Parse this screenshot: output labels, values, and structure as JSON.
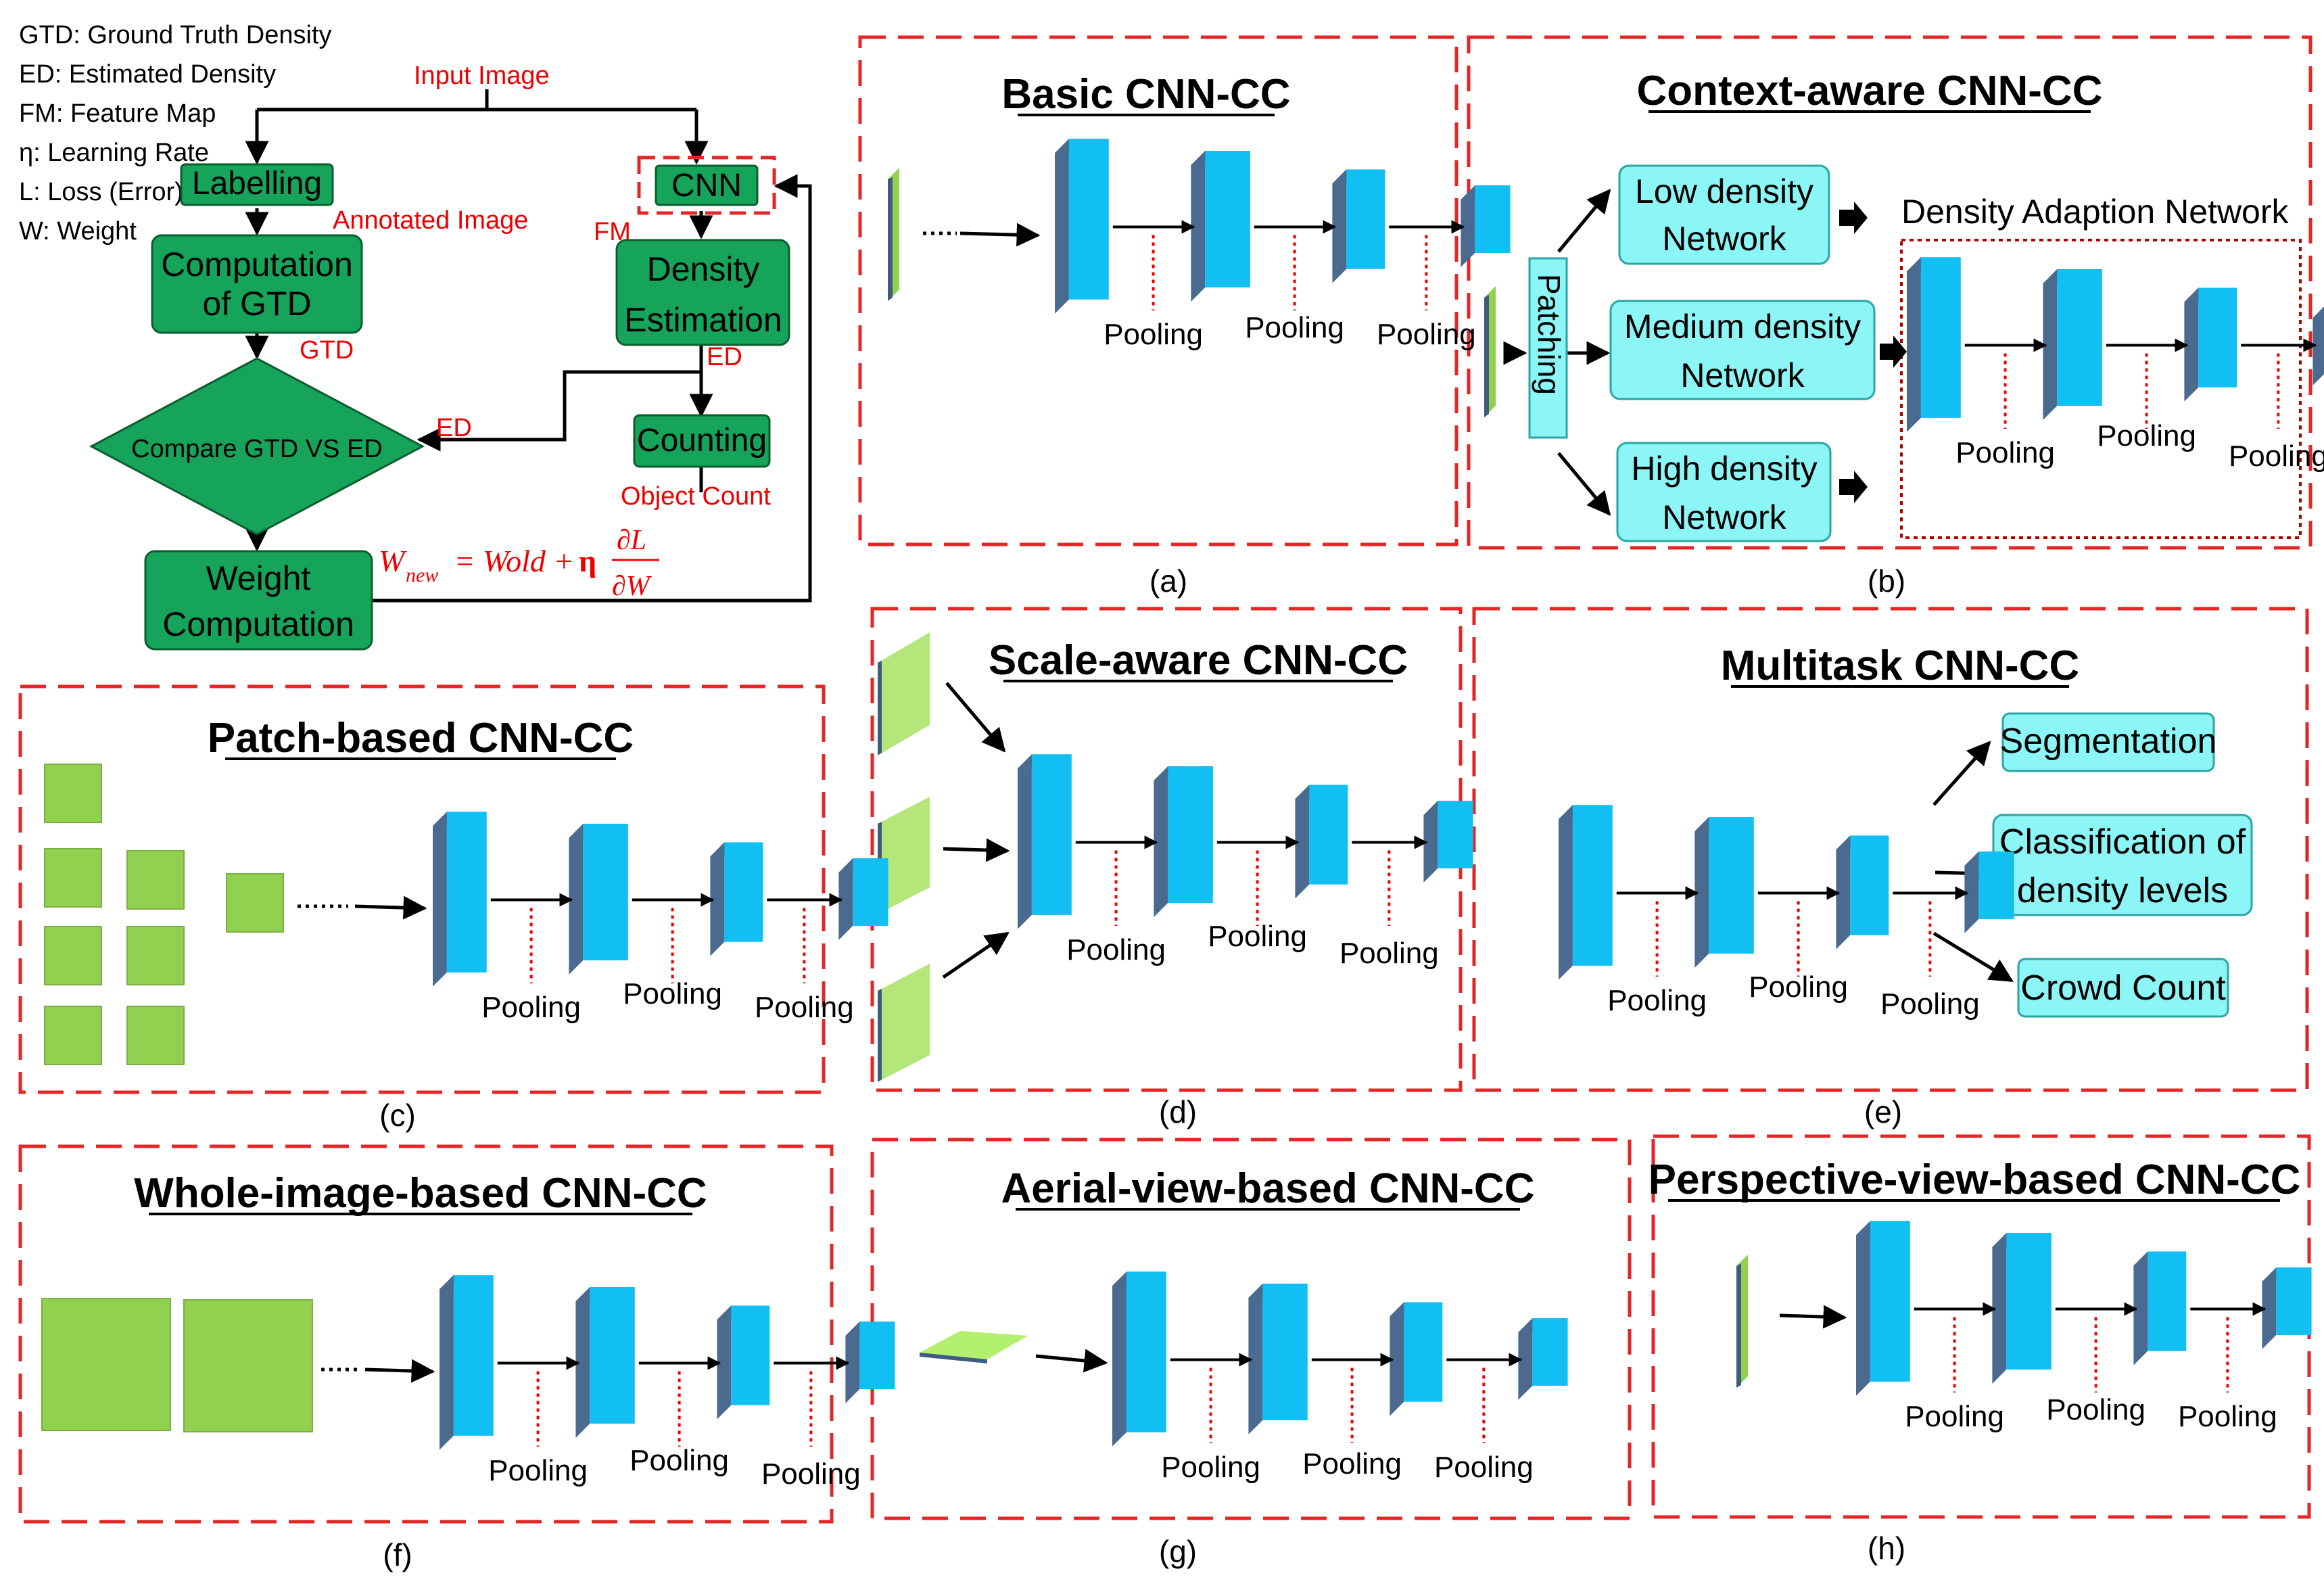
{
  "legend": [
    "GTD: Ground Truth Density",
    "ED: Estimated Density",
    "FM: Feature Map",
    "η: Learning Rate",
    "L: Loss (Error)",
    "W: Weight"
  ],
  "flow": {
    "input_image": "Input Image",
    "labelling": "Labelling",
    "annotated_image": "Annotated Image",
    "cnn": "CNN",
    "fm": "FM",
    "gtd_computation": [
      "Computation",
      "of GTD"
    ],
    "density_estimation": [
      "Density",
      "Estimation"
    ],
    "gtd": "GTD",
    "ed_1": "ED",
    "ed_2": "ED",
    "compare": "Compare GTD VS ED",
    "counting": "Counting",
    "object_count": "Object Count",
    "weight_computation": [
      "Weight",
      "Computation"
    ],
    "formula": {
      "w_new": "W",
      "w_new_sub": "new",
      "equals_w_old": " = Wold + ",
      "eta": "η",
      "numerator": "∂L",
      "denominator": "∂W"
    }
  },
  "pooling_label": "Pooling",
  "panels": {
    "a": {
      "title": "Basic CNN-CC",
      "caption": "(a)"
    },
    "b": {
      "title": "Context-aware CNN-CC",
      "caption": "(b)",
      "patching": "Patching",
      "low": [
        "Low density",
        "Network"
      ],
      "medium": [
        "Medium density",
        "Network"
      ],
      "high": [
        "High density",
        "Network"
      ],
      "adaption": "Density Adaption Network"
    },
    "c": {
      "title": "Patch-based CNN-CC",
      "caption": "(c)"
    },
    "d": {
      "title": "Scale-aware CNN-CC",
      "caption": "(d)"
    },
    "e": {
      "title": "Multitask CNN-CC",
      "caption": "(e)",
      "segmentation": "Segmentation",
      "classification": [
        "Classification of",
        "density levels"
      ],
      "crowd_count": "Crowd Count"
    },
    "f": {
      "title": "Whole-image-based CNN-CC",
      "caption": "(f)"
    },
    "g": {
      "title": "Aerial-view-based CNN-CC",
      "caption": "(g)"
    },
    "h": {
      "title": "Perspective-view-based CNN-CC",
      "caption": "(h)"
    }
  },
  "colors": {
    "panel_border": "#e32626",
    "flow_box": "#16a35a",
    "flow_box_border": "#0b5e2f",
    "block_front": "#12bff2",
    "block_top": "#3e5c80",
    "block_side": "#4a6a8f",
    "input_green": "#92d050",
    "network_box": "#8cf5f5",
    "annotation_red": "#ff0000"
  }
}
